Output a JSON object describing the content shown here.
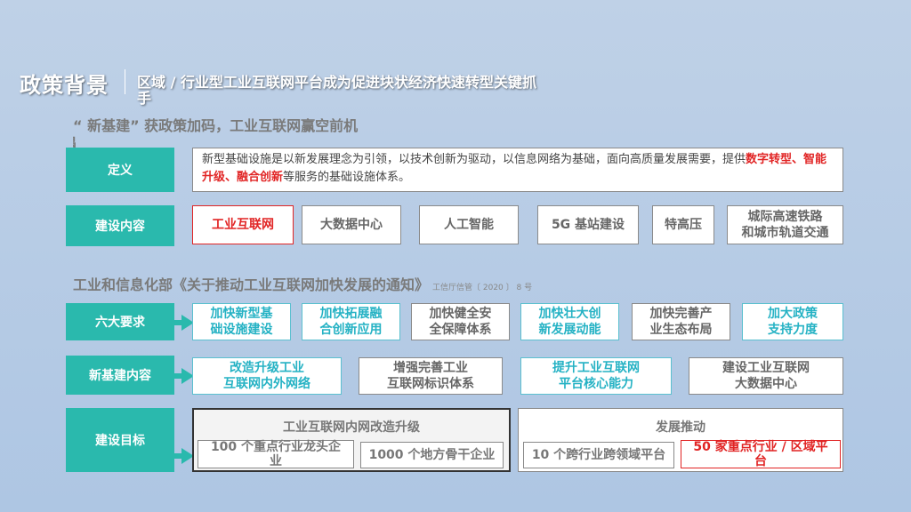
{
  "header": {
    "title": "政策背景",
    "subtitle_line1": "区域 / 行业型工业互联网平台成为促进块状经济快速转型关键抓",
    "subtitle_line2": "手"
  },
  "section1": {
    "heading_line1": "“ 新基建” 获政策加码，工业互联网赢空前机",
    "heading_line2": "遇",
    "definition_label": "定义",
    "definition_text_a": "新型基础设施是以新发展理念为引领，以技术创新为驱动，以信息网络为基础，面向高质量发展需要，提供",
    "definition_highlight": "数字转型、智能升级、融合创新",
    "definition_text_b": "等服务的基础设施体系。",
    "construction_label": "建设内容",
    "construction_items": [
      "工业互联网",
      "大数据中心",
      "人工智能",
      "5G 基站建设",
      "特高压",
      "城际高速铁路",
      "和城市轨道交通"
    ]
  },
  "section2": {
    "heading": "工业和信息化部《关于推动工业互联网加快发展的通知》",
    "heading_note": "工信厅信管〔 2020 〕 8 号",
    "six_label": "六大要求",
    "six_items": [
      [
        "加快新型基",
        "础设施建设"
      ],
      [
        "加快拓展融",
        "合创新应用"
      ],
      [
        "加快健全安",
        "全保障体系"
      ],
      [
        "加快壮大创",
        "新发展动能"
      ],
      [
        "加快完善产",
        "业生态布局"
      ],
      [
        "加大政策",
        "支持力度"
      ]
    ],
    "new_infra_label": "新基建内容",
    "new_infra_items": [
      [
        "改造升级工业",
        "互联网内外网络"
      ],
      [
        "增强完善工业",
        "互联网标识体系"
      ],
      [
        "提升工业互联网",
        "平台核心能力"
      ],
      [
        "建设工业互联网",
        "大数据中心"
      ]
    ],
    "goal_label": "建设目标",
    "goal_group1_title": "工业互联网内网改造升级",
    "goal_group1_items": [
      [
        "100 个重点行业龙头企",
        "业"
      ],
      [
        "1000 个地方骨干企业"
      ]
    ],
    "goal_group2_title": "发展推动",
    "goal_group2_items": [
      [
        "10 个跨行业跨领域平台"
      ],
      [
        "50 家重点行业 / 区域平",
        "台"
      ]
    ]
  },
  "colors": {
    "teal": "#2ab9ad",
    "accent_red": "#e12424",
    "accent_cyan": "#25b2c4"
  }
}
